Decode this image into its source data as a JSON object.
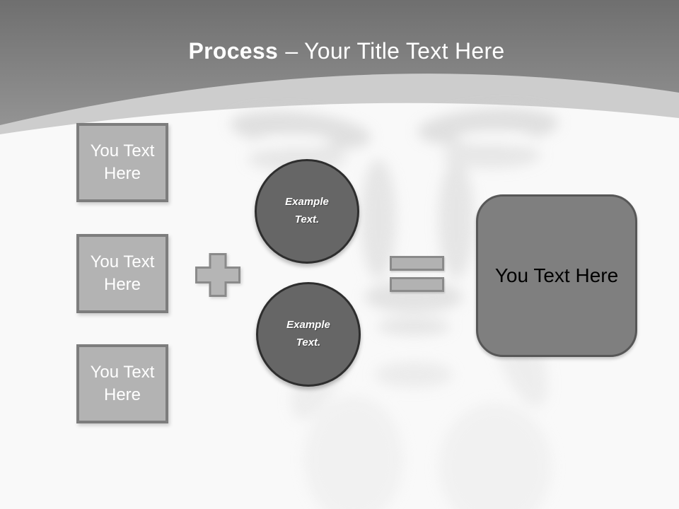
{
  "title": {
    "bold": "Process",
    "rest": "– Your Title Text Here"
  },
  "left_boxes": [
    {
      "label": "You Text Here"
    },
    {
      "label": "You Text Here"
    },
    {
      "label": "You Text Here"
    }
  ],
  "operators": {
    "plus_icon": "plus-sign",
    "equals_icon": "equals-sign"
  },
  "example_circles": [
    {
      "label": "Example Text."
    },
    {
      "label": "Example Text."
    }
  ],
  "result_box": {
    "label": "You Text Here"
  },
  "colors": {
    "header_top": "#6f6f6f",
    "header_bottom": "#9a9a9a",
    "curve_band": "#cdcdcd",
    "body_background": "#f9f9f9",
    "box_fill": "#b3b3b3",
    "box_border": "#7d7d7d",
    "operator_fill": "#b2b2b2",
    "operator_border": "#8a8a8a",
    "circle_fill": "#666666",
    "circle_border": "#2e2e2e",
    "result_fill": "#7f7f7f",
    "result_border": "#575757",
    "title_text": "#ffffff",
    "result_text": "#000000"
  }
}
